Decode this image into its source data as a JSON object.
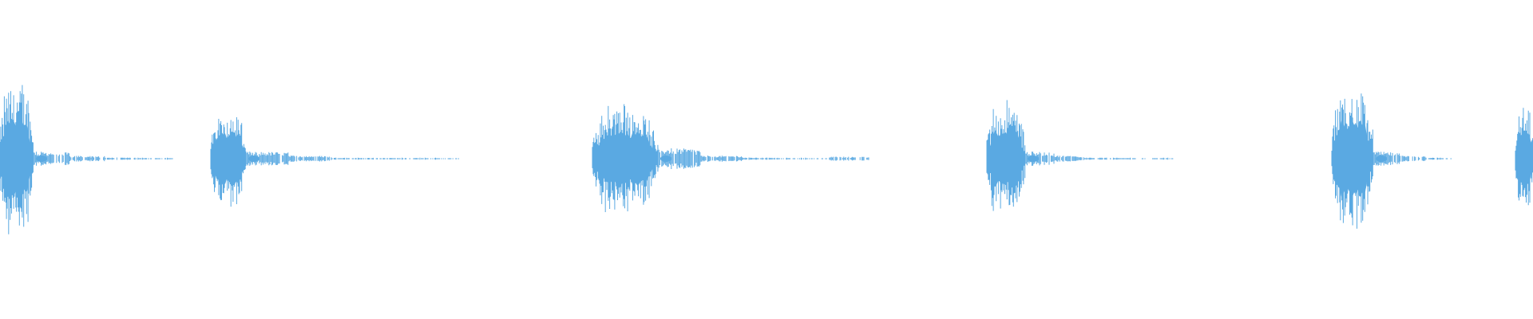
{
  "waveform": {
    "color": "#5aa9e2",
    "background": "#ffffff",
    "bursts": [
      {
        "name": "burst-1",
        "amplitude": 0.93,
        "density": 1.0,
        "tail": [
          0.02,
          0.01,
          0.005,
          0.004
        ]
      },
      {
        "name": "burst-2",
        "amplitude": 0.66,
        "density": 0.9,
        "tail": [
          0.02,
          0.01,
          0.004,
          0.004,
          0.003
        ]
      },
      {
        "name": "burst-3",
        "amplitude": 0.66,
        "density": 1.0,
        "tail": [
          0.03,
          0.01,
          0.004,
          0.003,
          0.012
        ]
      },
      {
        "name": "burst-4",
        "amplitude": 0.72,
        "density": 0.95,
        "tail": [
          0.02,
          0.01,
          0.004,
          0.003,
          0.003
        ]
      },
      {
        "name": "burst-5",
        "amplitude": 0.93,
        "density": 0.9,
        "tail": [
          0.02,
          0.01,
          0.004
        ]
      },
      {
        "name": "burst-6",
        "amplitude": 0.74,
        "density": 0.8,
        "tail": []
      }
    ]
  }
}
